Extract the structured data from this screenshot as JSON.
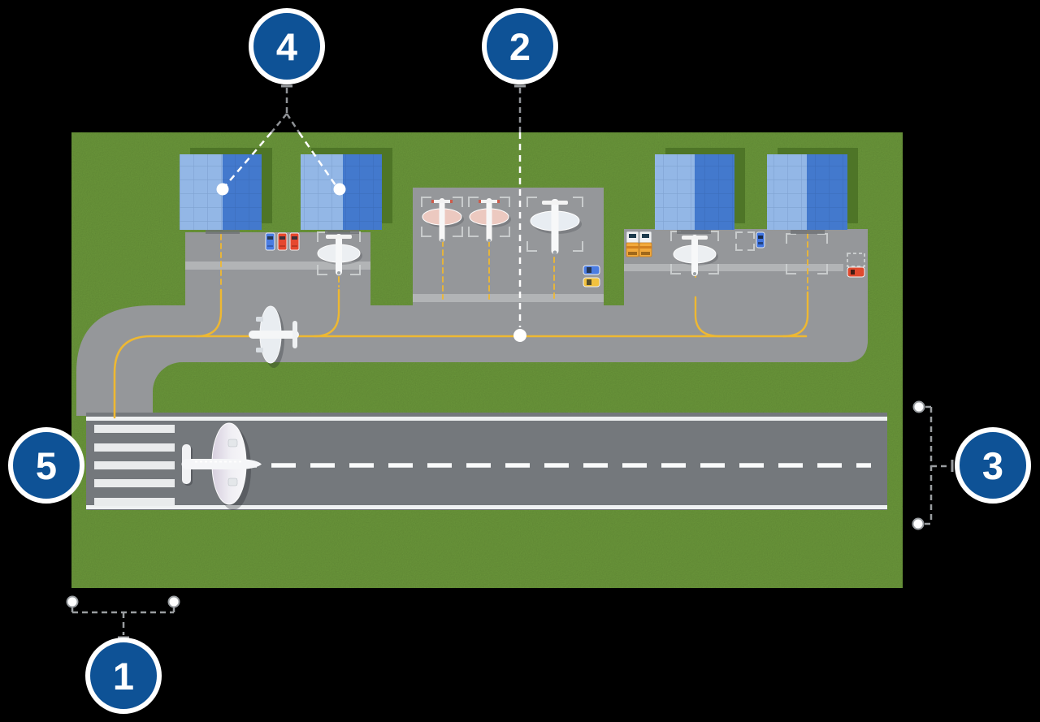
{
  "callouts": [
    {
      "id": "1",
      "label": "1"
    },
    {
      "id": "2",
      "label": "2"
    },
    {
      "id": "3",
      "label": "3"
    },
    {
      "id": "4",
      "label": "4"
    },
    {
      "id": "5",
      "label": "5"
    }
  ],
  "colors": {
    "background": "#000000",
    "grass": "#6f9d3d",
    "building-shadow-green": "#4e7527",
    "tarmac": "#95979a",
    "tarmac-stripe": "#b2b4b6",
    "runway": "#74787c",
    "runway-marking": "#eff1f2",
    "taxi-line-yellow": "#eeb832",
    "hangar-roof-light": "#93b7e6",
    "hangar-roof-dark": "#4379cd",
    "callout-blue": "#0e5296",
    "callout-ring": "#ffffff",
    "leader-gray": "#8f9296",
    "leader-white": "#ffffff"
  }
}
